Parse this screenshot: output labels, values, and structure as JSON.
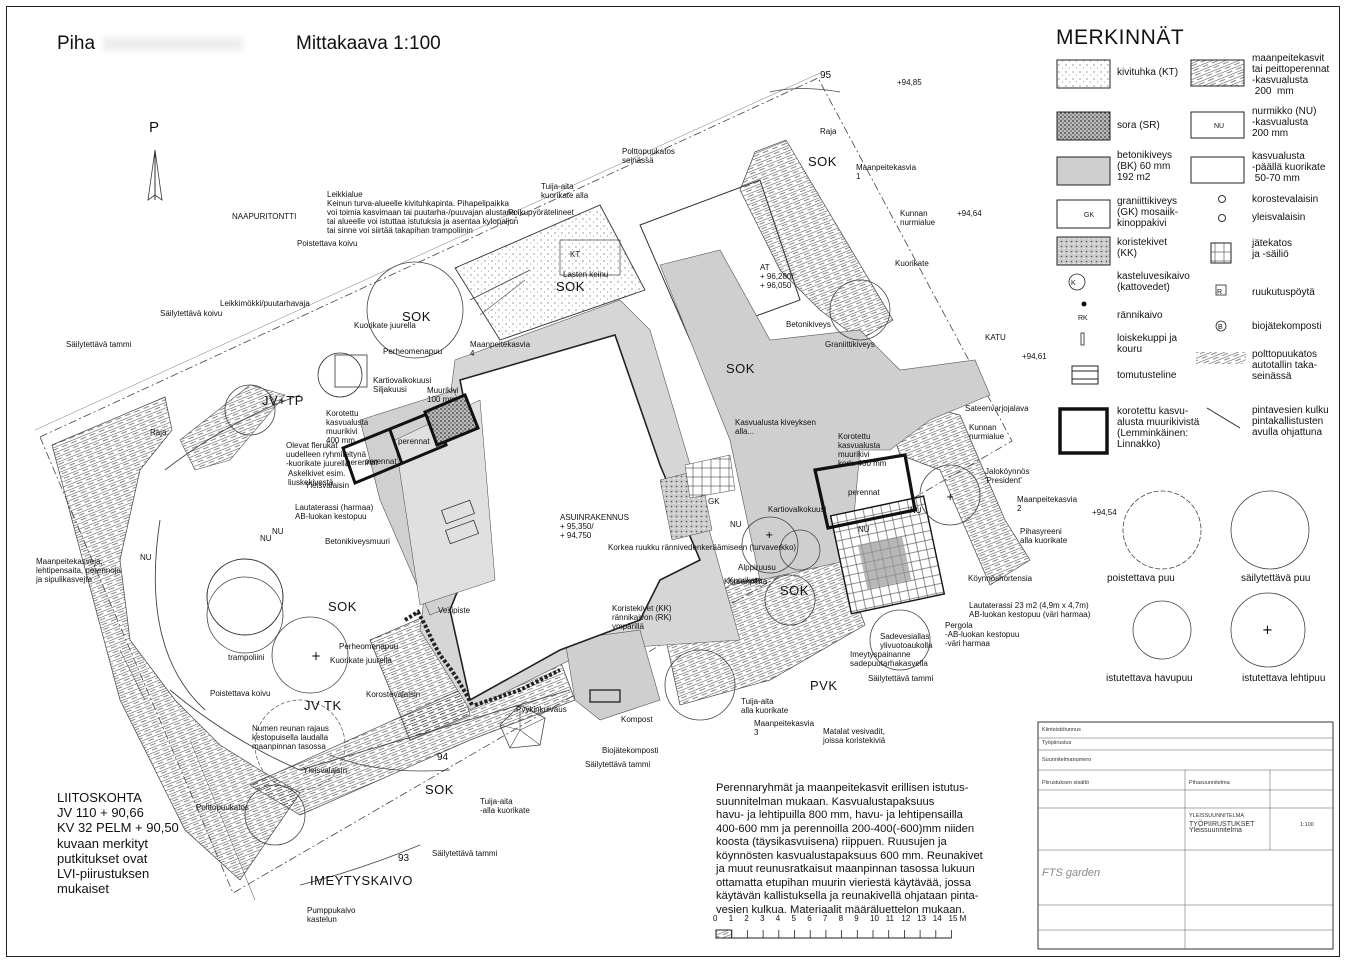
{
  "title": {
    "piha": "Piha",
    "scale": "Mittakaava 1:100",
    "north": "P"
  },
  "legend": {
    "heading": "MERKINNÄT",
    "items": [
      {
        "label": "kivituhka (KT)"
      },
      {
        "label": "sora (SR)"
      },
      {
        "label": "betonikiveys\n(BK) 60 mm\n192 m2"
      },
      {
        "label": "graniittikiveys\n(GK) mosaiik-\nkinoppakivi",
        "code": "GK"
      },
      {
        "label": "koristekivet\n(KK)"
      },
      {
        "label": "kasteluvesikaivo\n(kattovedet)",
        "code": "K"
      },
      {
        "label": "rännikaivo",
        "code": "RK"
      },
      {
        "label": "loiskekuppi ja\nkouru"
      },
      {
        "label": "tomutusteline"
      },
      {
        "label": "korotettu kasvu-\nalusta muurikivistä\n(Lemminkäinen:\nLinnakko)"
      },
      {
        "label": "maanpeitekasvit\ntai peittoperennat\n-kasvualusta\n 200  mm"
      },
      {
        "label": "nurmikko (NU)\n-kasvualusta\n200 mm",
        "code": "NU"
      },
      {
        "label": "kasvualusta\n-päällä kuorikate\n 50-70 mm"
      },
      {
        "label": "korostevalaisin"
      },
      {
        "label": "yleisvalaisin"
      },
      {
        "label": "jätekatos\nja -säiliö"
      },
      {
        "label": "ruukutuspöytä",
        "code": "R"
      },
      {
        "label": "biojätekomposti",
        "code": "B"
      },
      {
        "label": "polttopuukatos\nautotallin taka-\nseinässä"
      },
      {
        "label": "pintavesien kulku\npintakallistusten\navulla ohjattuna"
      }
    ],
    "trees": [
      {
        "label": "poistettava puu"
      },
      {
        "label": "säilytettävä puu"
      },
      {
        "label": "istutettava havupuu"
      },
      {
        "label": "istutettava lehtipuu"
      }
    ]
  },
  "zones": [
    "SOK",
    "SOK",
    "SOK",
    "SOK",
    "SOK",
    "SOK",
    "SOK",
    "JV+TP",
    "JV TK",
    "PVK",
    "IMEYTYSKAIVO"
  ],
  "contours": [
    "95",
    "94",
    "93"
  ],
  "levels": [
    "+94,85",
    "+94,64",
    "+94,61",
    "+94,54"
  ],
  "labels": [
    "NAAPURITONTTI",
    "Raja",
    "Poistettava koivu",
    "Leikkimökki/puutarhavaja",
    "Säilytettävä koivu",
    "Säilytettävä tammi",
    "Polttopuukatos\nseinässä",
    "Tuija-aita\nkuorikate alla",
    "Poikupyörätelineet",
    "Lasten keinu",
    "KT",
    "Maanpeitekasvia\n1",
    "Kunnan\nnurmialue",
    "Kuorikate",
    "Raja",
    "KATU",
    "Leikkialue\nKeinun turva-alueelle kivituhkapinta. Pihapelipaikka\nvoi toimia kasvimaan tai puutarha-/puuvajan alustana\ntai alueelle voi istuttaa istutuksia ja asentaa kylopaljun\ntai sinne voi siirtää takapihan trampoliinin",
    "Kuorikate juurella",
    "Perheomenapuu",
    "Maanpeitekasvia\n4",
    "AT\n+ 96,280/\n+ 96,050",
    "Betonikiveys",
    "Graniittikiveys",
    "Kartiovalkokuusi\nSiljakuusi",
    "Muurikivi\n100 mm",
    "Korotettu\nkasvualusta\nmuurikivi\n400 mm",
    "perennat",
    "perennat",
    "perennat",
    "Olevat flerukat\nuudelleen ryhmiteltynä\n-kuorikate juurella",
    "Askelkivet esim.\nliuskekivestä",
    "Yleisvalaisin",
    "Lautaterassi (harmaa)\nAB-luokan kestopuu",
    "Betonikiveysmuuri",
    "Vesipiste",
    "ASUINRAKENNUS\n+ 95,350/\n+ 94,750",
    "Korkea ruukku rännivedenkeräämiseen (turvaverkko)",
    "Koristekivet (KK)\nrännikaivon (RK)\nympärillä",
    "Kasvualusta kiveyksen\nalla...",
    "Korotettu\nkasvualusta\nmuurikivi\nkork. 400 mm",
    "Sateenvarjojalava",
    "Kunnan\nnurmialue",
    "Jaloköynnös\n'President'",
    "Maanpeitekasvia\n2",
    "Pihasyreeni\nalla kuorikate",
    "Köynnöshortensia",
    "Lautaterassi 23 m2 (4,9m x 4,7m)\nAB-luokan kestopuu (väri harmaa)",
    "Pergola\n-AB-luokan kestopuu\n-väri harmaa",
    "Sadevesiallas\nylivuotoaukolla",
    "Imeytyspainanne\nsadepuutarhakasvella",
    "Koreanpihta",
    "Kartiovalkokuusi",
    "Alppiruusu",
    "Kuorikate",
    "perennat",
    "GK",
    "Säilytettävä tammi",
    "Maanpeitekasvia\n3",
    "Tuija-aita\nalla kuorikate",
    "Matalat vesivadit,\njoissa koristekiviä",
    "Biojätekomposti",
    "Kompost",
    "Pyykinkuivaus",
    "Säilytettävä tammi",
    "Numen reunan rajaus\nkestopuisella laudalla\nmaanpinnan tasossa",
    "Perheomenapuu",
    "Kuorikate juurella",
    "Korostevalaisin",
    "trampoliini",
    "Poistettava koivu",
    "Maanpeitekasveja,\nlehtipensaita, perennoja\nja sipulikasvejta",
    "Yleisvalaisin",
    "Polttopuukatos",
    "Tuija-aita\n-alla kuorikate",
    "Säilytettävä tammi",
    "Pumppukaivo\nkastelun",
    "NU",
    "NU",
    "NU",
    "NU",
    "NU",
    "NU"
  ],
  "connection": {
    "lines": [
      "LIITOSKOHTA",
      "JV 110 + 90,66",
      "KV 32 PELM + 90,50",
      "kuvaan merkityt",
      "putkitukset ovat",
      "LVI-piirustuksen",
      "mukaiset"
    ]
  },
  "notes": {
    "lines": [
      "Perennaryhmät ja maanpeitekasvit erillisen istutus-",
      "suunnitelman  mukaan. Kasvualustapaksuus",
      "havu- ja lehtipuilla 800 mm, havu- ja lehtipensailla",
      "400-600 mm ja perennoilla 200-400(-600)mm niiden",
      "koosta (täysikasvuisena) riippuen. Ruusujen ja",
      "köynnösten kasvualustapaksuus 600 mm. Reunakivet",
      "ja muut reunusratkaisut maanpinnan tasossa lukuun",
      "ottamatta etupihan muurin vieriestä käytävää, jossa",
      "käytävän kallistuksella ja reunakivellä ohjataan pinta-",
      "vesien kulkua. Materiaalit määräluettelon mukaan."
    ]
  },
  "scalebar": {
    "ticks": [
      "0",
      "1",
      "2",
      "3",
      "4",
      "5",
      "6",
      "7",
      "8",
      "9",
      "10",
      "11",
      "12",
      "13",
      "14",
      "15 M"
    ]
  },
  "titleblock": {
    "cells": [
      "Kiinteistötunnus",
      "Suunnitelmanumero",
      "Piirustuksen sisältö",
      "Työpiirustus",
      "YLEISSUUNNITELMA",
      "Pihasuunnitelma",
      "TYÖPIIRUSTUKSET\nYleissuunnitelma",
      "1:100",
      "FTS garden"
    ]
  }
}
